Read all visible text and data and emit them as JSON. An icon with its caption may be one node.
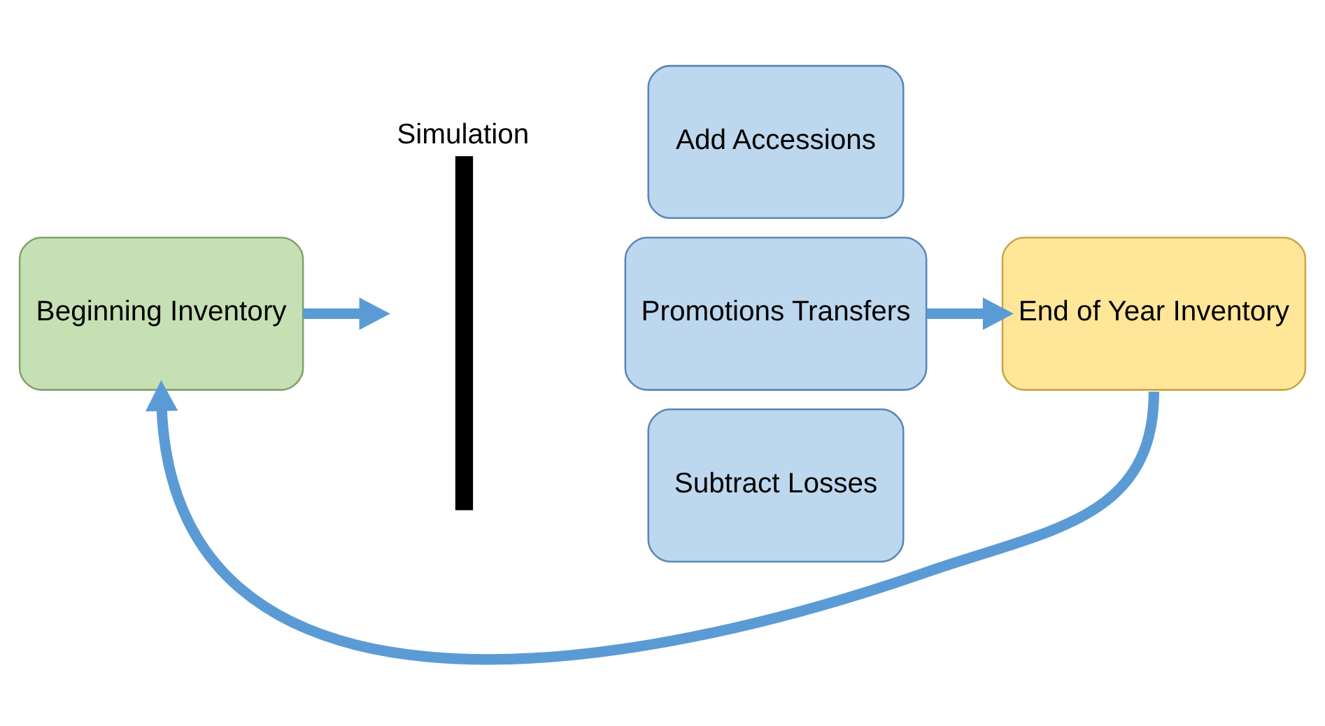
{
  "diagram": {
    "nodes": [
      {
        "text": [
          "Beginning Inventory"
        ]
      },
      {
        "text": [],
        "shape": "bracket",
        "beside": [
          "Simulation"
        ]
      },
      {
        "text": [
          "Add Accessions"
        ]
      },
      {
        "text": [
          "Promotions Transfers"
        ]
      },
      {
        "text": [
          "Subtract Losses"
        ]
      },
      {
        "text": [
          "End of Year Inventory"
        ]
      }
    ],
    "edges": [
      {
        "from": 0,
        "to": 1,
        "arrow": "to"
      },
      {
        "from": 3,
        "to": 5,
        "arrow": "to"
      },
      {
        "from": 5,
        "to": 0,
        "arrow": "to"
      }
    ]
  }
}
